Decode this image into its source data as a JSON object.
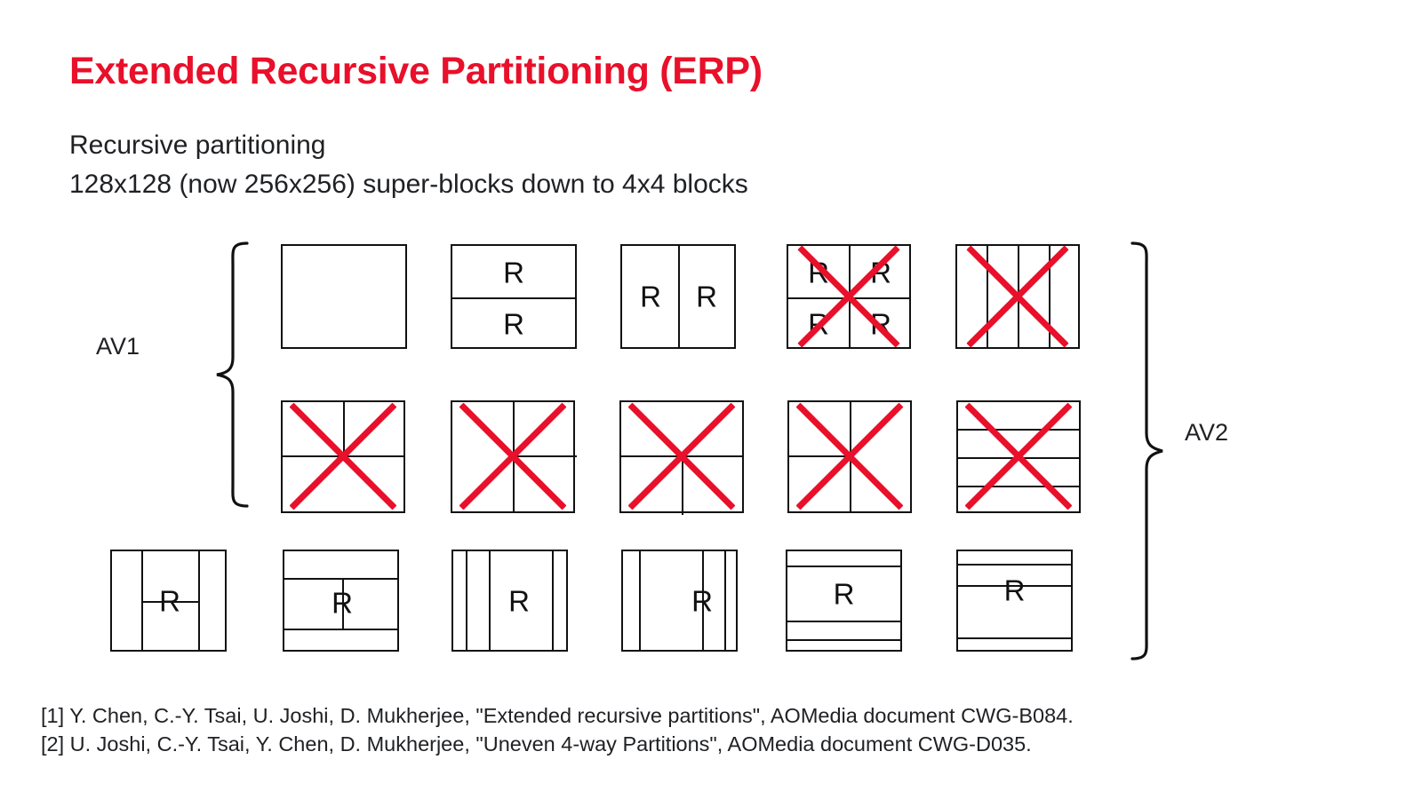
{
  "slide": {
    "title": "Extended Recursive Partitioning (ERP)",
    "subtitle": "Recursive partitioning\n128x128 (now 256x256) super-blocks down to 4x4 blocks",
    "accent_color": "#e8102a",
    "line_color": "#111111",
    "background": "#ffffff"
  },
  "labels": {
    "av1": "AV1",
    "av2": "AV2",
    "recursive_marker": "R"
  },
  "figures": {
    "row1": [
      {
        "name": "none",
        "r_labels": [],
        "crossed": false
      },
      {
        "name": "horz",
        "r_labels": [
          "R",
          "R"
        ],
        "crossed": false
      },
      {
        "name": "vert",
        "r_labels": [
          "R",
          "R"
        ],
        "crossed": false
      },
      {
        "name": "split",
        "r_labels": [
          "R",
          "R",
          "R",
          "R"
        ],
        "crossed": true
      },
      {
        "name": "vert-4",
        "r_labels": [],
        "crossed": true
      }
    ],
    "row2": [
      {
        "name": "horz-a",
        "r_labels": [],
        "crossed": true
      },
      {
        "name": "vert-a",
        "r_labels": [],
        "crossed": true
      },
      {
        "name": "horz-b",
        "r_labels": [],
        "crossed": true
      },
      {
        "name": "vert-b",
        "r_labels": [],
        "crossed": true
      },
      {
        "name": "horz-4",
        "r_labels": [],
        "crossed": true
      }
    ],
    "row3": [
      {
        "name": "vert-3-middle-split",
        "r_labels": [
          "R"
        ],
        "crossed": false
      },
      {
        "name": "horz-3-middle-split",
        "r_labels": [
          "R"
        ],
        "crossed": false
      },
      {
        "name": "uneven-vert-4-right",
        "r_labels": [
          "R"
        ],
        "crossed": false
      },
      {
        "name": "uneven-vert-4-left",
        "r_labels": [
          "R"
        ],
        "crossed": false
      },
      {
        "name": "uneven-horz-4-top",
        "r_labels": [
          "R"
        ],
        "crossed": false
      },
      {
        "name": "uneven-horz-4-bottom",
        "r_labels": [
          "R"
        ],
        "crossed": false
      }
    ]
  },
  "footnotes": [
    "[1] Y. Chen, C.-Y. Tsai, U. Joshi, D. Mukherjee, \"Extended recursive partitions\", AOMedia document CWG-B084.",
    "[2] U. Joshi, C.-Y. Tsai, Y. Chen, D. Mukherjee, \"Uneven 4-way Partitions\", AOMedia document CWG-D035."
  ]
}
